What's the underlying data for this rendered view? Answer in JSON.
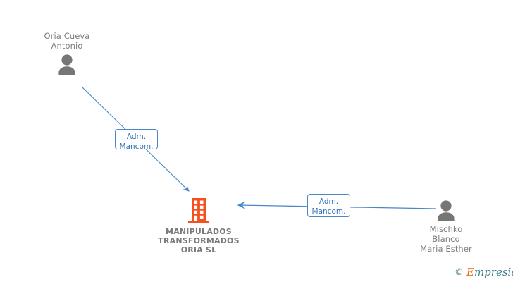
{
  "diagram": {
    "background_color": "#ffffff",
    "edge_color": "#4a87c8",
    "person_icon_color": "#767676",
    "company_icon_color": "#f4511e",
    "label_text_color": "#2f6fb5",
    "node_text_color": "#7d7d7d",
    "nodes": [
      {
        "id": "person-left",
        "type": "person",
        "icon": "person-icon",
        "label": "Oria Cueva\nAntonio"
      },
      {
        "id": "company-center",
        "type": "company",
        "icon": "building-icon",
        "label": "MANIPULADOS\nTRANSFORMADOS\nORIA SL"
      },
      {
        "id": "person-right",
        "type": "person",
        "icon": "person-icon",
        "label": "Mischko\nBlanco\nMaria Esther"
      }
    ],
    "edges": [
      {
        "id": "edge-left",
        "from": "person-left",
        "to": "company-center",
        "label": "Adm.\nMancom.",
        "arrow": "end"
      },
      {
        "id": "edge-right",
        "from": "person-right",
        "to": "company-center",
        "label": "Adm.\nMancom.",
        "arrow": "end"
      }
    ]
  },
  "watermark": {
    "copyright": "©",
    "brand_initial": "E",
    "brand_rest": "mpresia"
  }
}
